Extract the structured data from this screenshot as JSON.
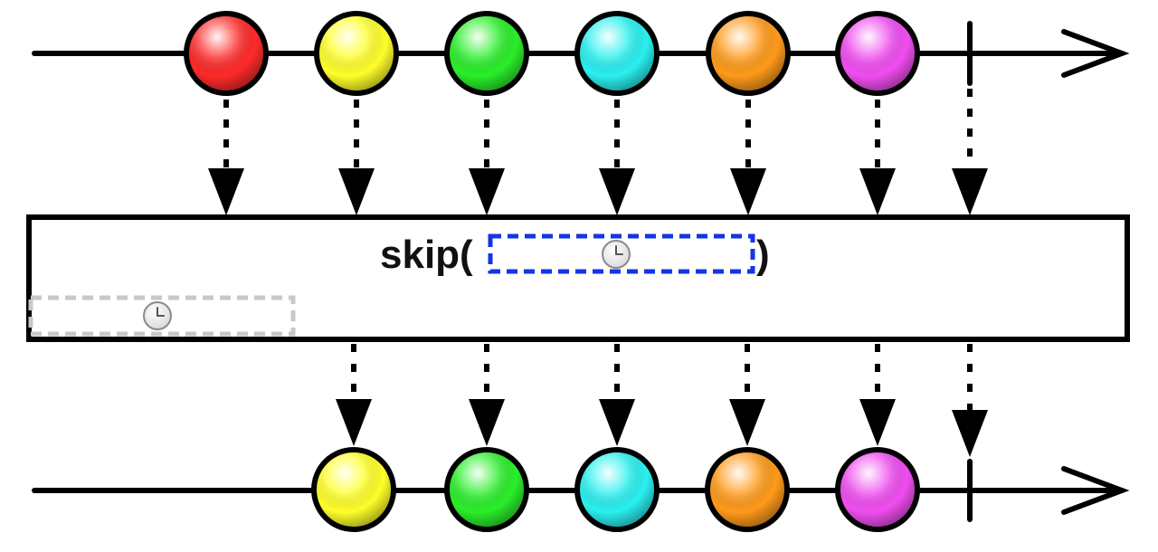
{
  "operator": {
    "name_text": "skip(",
    "close_text": ")",
    "time_param_icon": "clock-icon",
    "time_window_icon": "clock-icon",
    "param_border_color": "#1434e6",
    "window_border_color": "#c8c8c8"
  },
  "input_stream": {
    "marbles": [
      {
        "color": "#ff2a2a",
        "name": "red"
      },
      {
        "color": "#ffff2a",
        "name": "yellow"
      },
      {
        "color": "#2aef2a",
        "name": "green"
      },
      {
        "color": "#2af0f0",
        "name": "cyan"
      },
      {
        "color": "#ff9a1a",
        "name": "orange"
      },
      {
        "color": "#f04df0",
        "name": "magenta"
      }
    ],
    "completes": true
  },
  "output_stream": {
    "marbles": [
      {
        "color": "#ffff2a",
        "name": "yellow"
      },
      {
        "color": "#2aef2a",
        "name": "green"
      },
      {
        "color": "#2af0f0",
        "name": "cyan"
      },
      {
        "color": "#ff9a1a",
        "name": "orange"
      },
      {
        "color": "#f04df0",
        "name": "magenta"
      }
    ],
    "completes": true
  }
}
